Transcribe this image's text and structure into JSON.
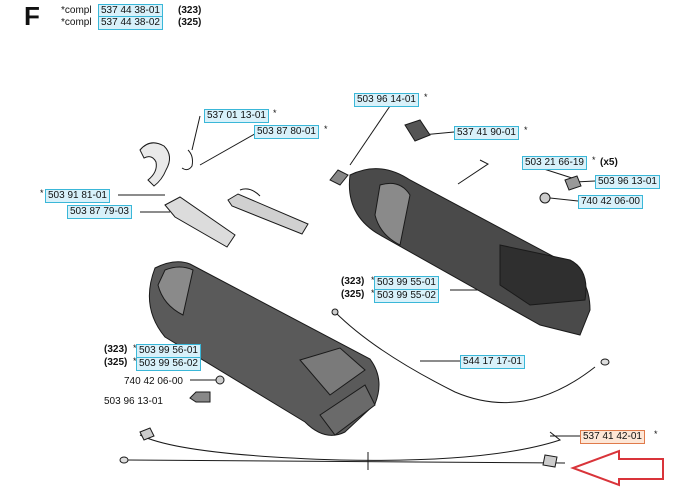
{
  "section_letter": "F",
  "header": {
    "line1_prefix": "*compl",
    "line1_code": "537 44 38-01",
    "line1_model": "(323)",
    "line2_prefix": "*compl",
    "line2_code": "537 44 38-02",
    "line2_model": "(325)"
  },
  "parts": {
    "p1": "537 01 13-01",
    "p2": "503 87 80-01",
    "p3": "503 96 14-01",
    "p4": "537 41 90-01",
    "p5": "503 21 66-19",
    "p5_suffix": "(x5)",
    "p6": "503 96 13-01",
    "p7": "740 42 06-00",
    "p8": "503 91 81-01",
    "p9": "503 87 79-03",
    "p10a": "503 99 55-01",
    "p10b": "503 99 55-02",
    "p11": "544 17 17-01",
    "p12a": "503 99 56-01",
    "p12b": "503 99 56-02",
    "p13": "740 42 06-00",
    "p14": "503 96 13-01",
    "p15": "537 41 42-01"
  },
  "models": {
    "m323": "(323)",
    "m325": "(325)"
  },
  "star": "*",
  "colors": {
    "box_border": "#3ab7d8",
    "box_fill": "#d8f1fa",
    "highlight": "#e07a4a",
    "arrow": "#d9343a"
  }
}
